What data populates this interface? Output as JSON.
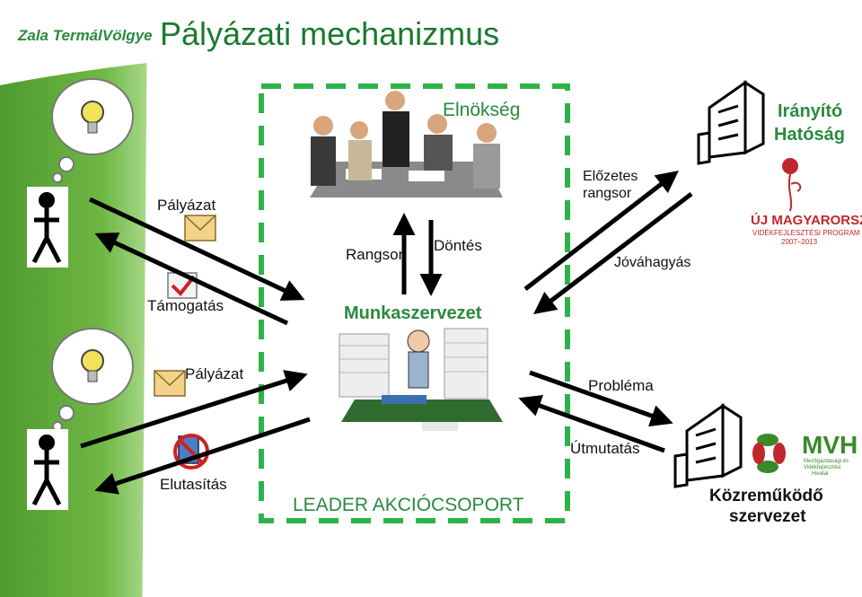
{
  "header": {
    "logo_text": "Zala TermálVölgye",
    "title": "Pályázati mechanizmus"
  },
  "center_box": {
    "top_label": "Elnökség",
    "middle_label": "Munkaszervezet",
    "bottom_label": "LEADER AKCIÓCSOPORT",
    "arrow_up_label": "Rangsor",
    "arrow_down_label": "Döntés"
  },
  "left_top": {
    "application_label": "Pályázat",
    "support_label": "Támogatás"
  },
  "left_bottom": {
    "application_label": "Pályázat",
    "rejection_label": "Elutasítás"
  },
  "right_top": {
    "authority_label_line1": "Irányító",
    "authority_label_line2": "Hatóság",
    "prelim_rank_line1": "Előzetes",
    "prelim_rank_line2": "rangsor",
    "approval_label": "Jóváhagyás",
    "program_logo_title": "ÚJ MAGYARORSZÁG",
    "program_logo_sub1": "VIDÉKFEJLESZTÉSI PROGRAM",
    "program_logo_sub2": "2007–2013"
  },
  "right_bottom": {
    "problem_label": "Probléma",
    "guidance_label": "Útmutatás",
    "intermediary_line1": "Közreműködő",
    "intermediary_line2": "szervezet",
    "mvh_logo": "MVH",
    "mvh_sub1": "Mezőgazdasági és",
    "mvh_sub2": "Vidékfejlesztési",
    "mvh_sub3": "Hivatal"
  },
  "colors": {
    "title": "#1a7a2e",
    "sidebar": "#5aa637",
    "dashed_box": "#2db34a",
    "arrow": "#000000",
    "program_red": "#c0272d",
    "mvh_green": "#3a8a2a"
  }
}
